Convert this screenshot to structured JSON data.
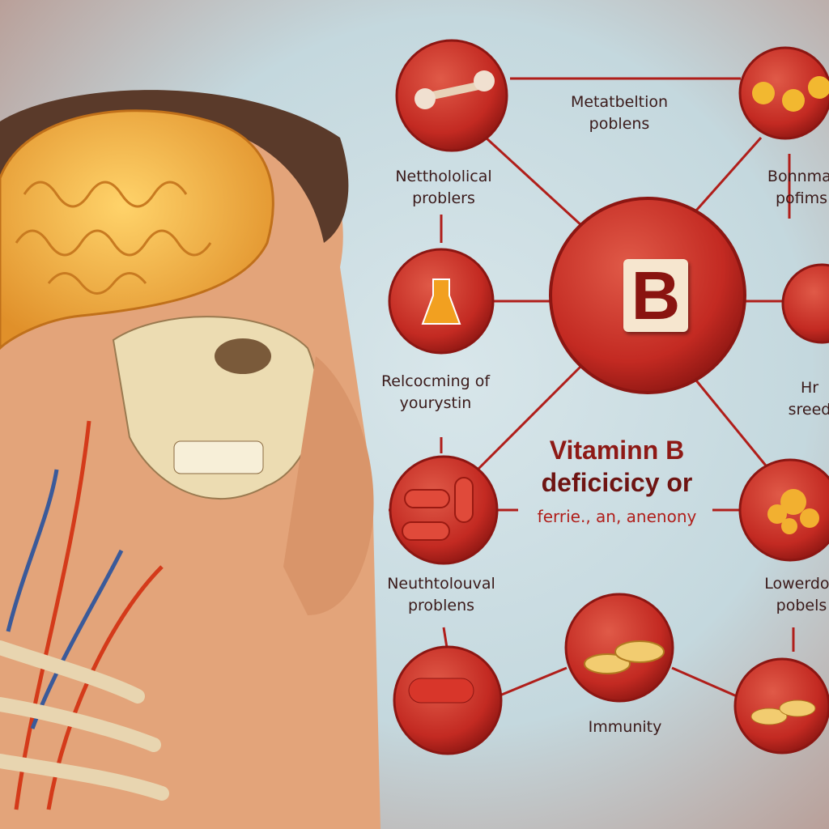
{
  "center": {
    "letter": "B"
  },
  "title": {
    "line1": "Vitaminn B",
    "line2": "deficicicy or"
  },
  "subtitle": "ferrie., an, anenony",
  "labels": {
    "metabolism": {
      "line1": "Metatbeltion",
      "line2": "poblens"
    },
    "neuro_top": {
      "line1": "Netthololical",
      "line2": "problers"
    },
    "bone": {
      "line1": "Bonnmal",
      "line2": "pofims"
    },
    "recovery": {
      "line1": "Relcocming of",
      "line2": "yourystin"
    },
    "heart": {
      "line1": "Hr",
      "line2": "sreed"
    },
    "neuro_bottom": {
      "line1": "Neuthtolouval",
      "line2": "problens"
    },
    "lower": {
      "line1": "Lowerdov",
      "line2": "pobels"
    },
    "immunity": "Immunity"
  },
  "colors": {
    "node_red": "#c8322a",
    "line_red": "#b01e1a",
    "title_red": "#8e1a16",
    "brain": "#f2b33a",
    "skin": "#e3a47a"
  }
}
